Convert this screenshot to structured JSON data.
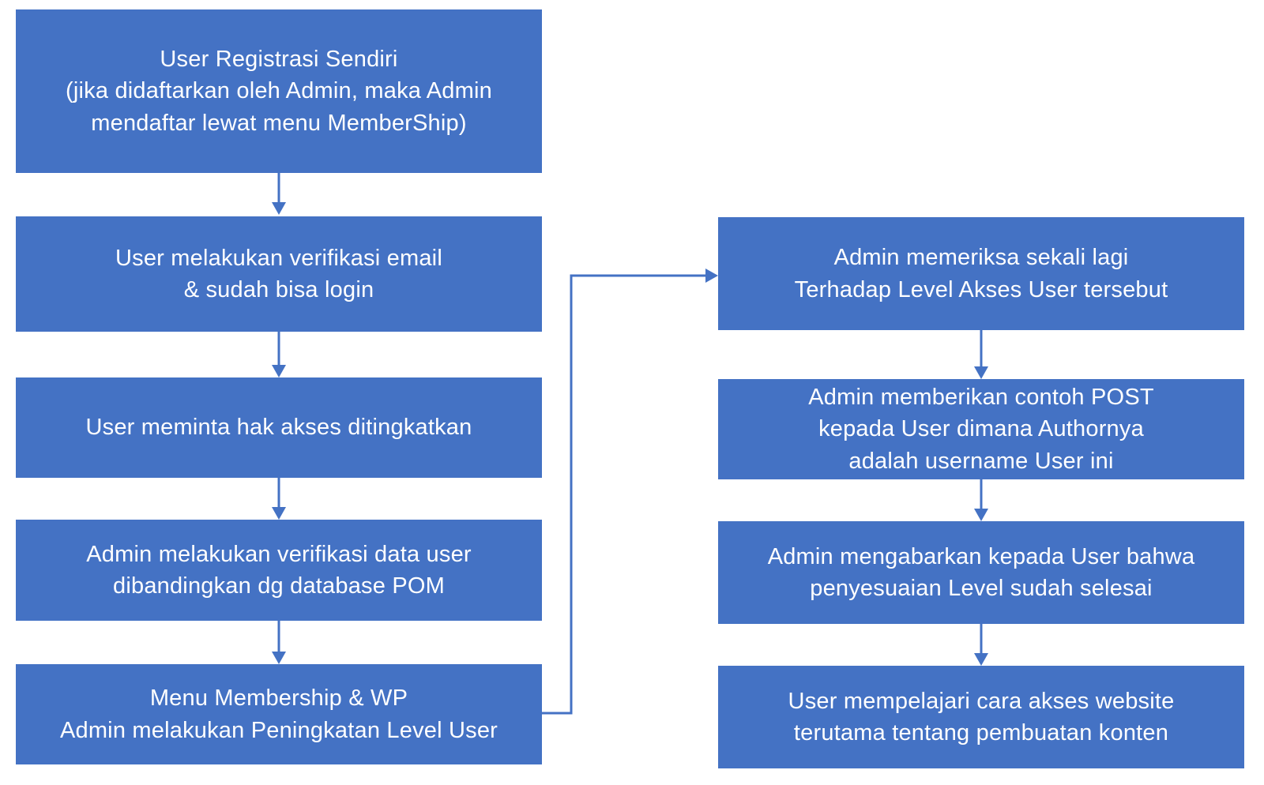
{
  "meta": {
    "type": "flowchart",
    "background": "#ffffff"
  },
  "colors": {
    "box_fill": "#4472c4",
    "arrow": "#4472c4",
    "text": "#ffffff"
  },
  "left_column": {
    "steps": [
      {
        "text": "User Registrasi Sendiri\n(jika didaftarkan oleh Admin, maka Admin\nmendaftar lewat menu MemberShip)"
      },
      {
        "text": "User melakukan verifikasi email\n& sudah bisa login"
      },
      {
        "text": "User meminta hak akses ditingkatkan"
      },
      {
        "text": "Admin melakukan verifikasi data user\ndibandingkan dg database POM"
      },
      {
        "text": "Menu Membership & WP\nAdmin melakukan Peningkatan Level User"
      }
    ]
  },
  "right_column": {
    "steps": [
      {
        "text": "Admin memeriksa sekali lagi\nTerhadap Level Akses User tersebut"
      },
      {
        "text": "Admin memberikan contoh POST\nkepada User dimana Authornya\nadalah username User ini"
      },
      {
        "text": "Admin mengabarkan kepada User bahwa\npenyesuaian Level sudah selesai"
      },
      {
        "text": "User mempelajari cara akses website\nterutama tentang pembuatan konten"
      }
    ]
  }
}
